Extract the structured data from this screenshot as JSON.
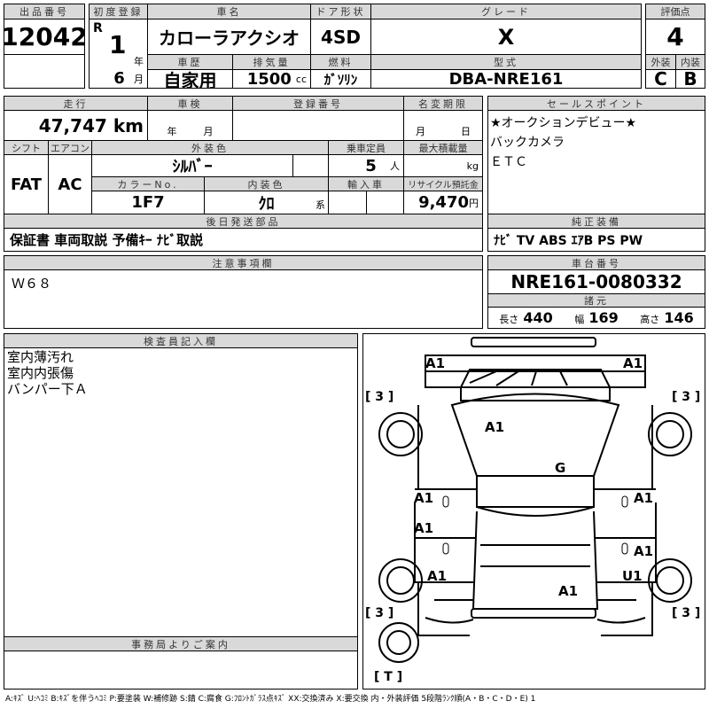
{
  "lot": {
    "label": "出品番号",
    "value": "12042"
  },
  "first_reg": {
    "label": "初度登録",
    "era": "R",
    "year": "1",
    "year_unit": "年",
    "month": "6",
    "month_unit": "月"
  },
  "car_name": {
    "label": "車名",
    "value": "カローラアクシオ"
  },
  "door": {
    "label": "ドア形状",
    "value": "4SD"
  },
  "grade": {
    "label": "グレード",
    "value": "X"
  },
  "history": {
    "label": "車歴",
    "value": "自家用"
  },
  "displacement": {
    "label": "排気量",
    "value": "1500",
    "unit": "cc"
  },
  "fuel": {
    "label": "燃料",
    "value": "ｶﾞｿﾘﾝ"
  },
  "model": {
    "label": "型式",
    "value": "DBA-NRE161"
  },
  "score": {
    "label": "評価点",
    "value": "4",
    "exterior_label": "外装",
    "interior_label": "内装",
    "exterior": "C",
    "interior": "B"
  },
  "mileage": {
    "label": "走行",
    "value": "47,747 km"
  },
  "inspection": {
    "label": "車検",
    "year_unit": "年",
    "month_unit": "月"
  },
  "reg_no": {
    "label": "登録番号"
  },
  "name_change": {
    "label": "名変期限",
    "month_unit": "月",
    "day_unit": "日"
  },
  "shift": {
    "label": "シフト",
    "value": "FAT"
  },
  "aircon": {
    "label": "エアコン",
    "value": "AC"
  },
  "ext_color": {
    "label": "外装色",
    "value": "ｼﾙﾊﾞｰ"
  },
  "capacity": {
    "label": "乗車定員",
    "value": "5",
    "unit": "人"
  },
  "max_load": {
    "label": "最大積載量",
    "unit": "kg"
  },
  "color_no": {
    "label": "カラーNo.",
    "value": "1F7"
  },
  "int_color": {
    "label": "内装色",
    "value": "ｸﾛ",
    "unit": "系"
  },
  "import": {
    "label": "輸入車"
  },
  "recycle": {
    "label": "リサイクル預託金",
    "value": "9,470",
    "unit": "円"
  },
  "later_parts": {
    "label": "後日発送部品",
    "value": "保証書 車両取説 予備ｷｰ ﾅﾋﾞ取説"
  },
  "sales_points": {
    "label": "セールスポイント",
    "lines": [
      "★オークションデビュー★",
      "バックカメラ",
      "ＥＴＣ"
    ]
  },
  "equipment": {
    "label": "純正装備",
    "value": "ﾅﾋﾞ TV ABS ｴｱB PS PW"
  },
  "notes": {
    "label": "注意事項欄",
    "value": "Ｗ６８"
  },
  "chassis": {
    "label": "車台番号",
    "value": "NRE161-0080332"
  },
  "specs": {
    "label": "諸元",
    "length_label": "長さ",
    "length": "440",
    "width_label": "幅",
    "width": "169",
    "height_label": "高さ",
    "height": "146"
  },
  "inspector": {
    "label": "検査員記入欄",
    "lines": [
      "室内薄汚れ",
      "室内内張傷",
      "バンパー下Ａ"
    ]
  },
  "office": {
    "label": "事務局よりご案内"
  },
  "diagram": {
    "marks": [
      "A1",
      "A1",
      "A1",
      "G",
      "A1",
      "A1",
      "A1",
      "A1",
      "A1",
      "U1",
      "A1"
    ],
    "tires": [
      "[ 3 ]",
      "[ 3 ]",
      "[ 3 ]",
      "[ 3 ]",
      "[ T ]"
    ]
  },
  "legend": "A:ｷｽﾞ U:ﾍｺﾐ B:ｷｽﾞを伴うﾍｺﾐ P:要塗装 W:補修跡 S:錆 C:腐食 G:ﾌﾛﾝﾄｶﾞﾗｽ点ｷｽﾞ XX:交換済み X:要交換  内・外装評価  5段階ﾗﾝｸ順(A・B・C・D・E) 1"
}
